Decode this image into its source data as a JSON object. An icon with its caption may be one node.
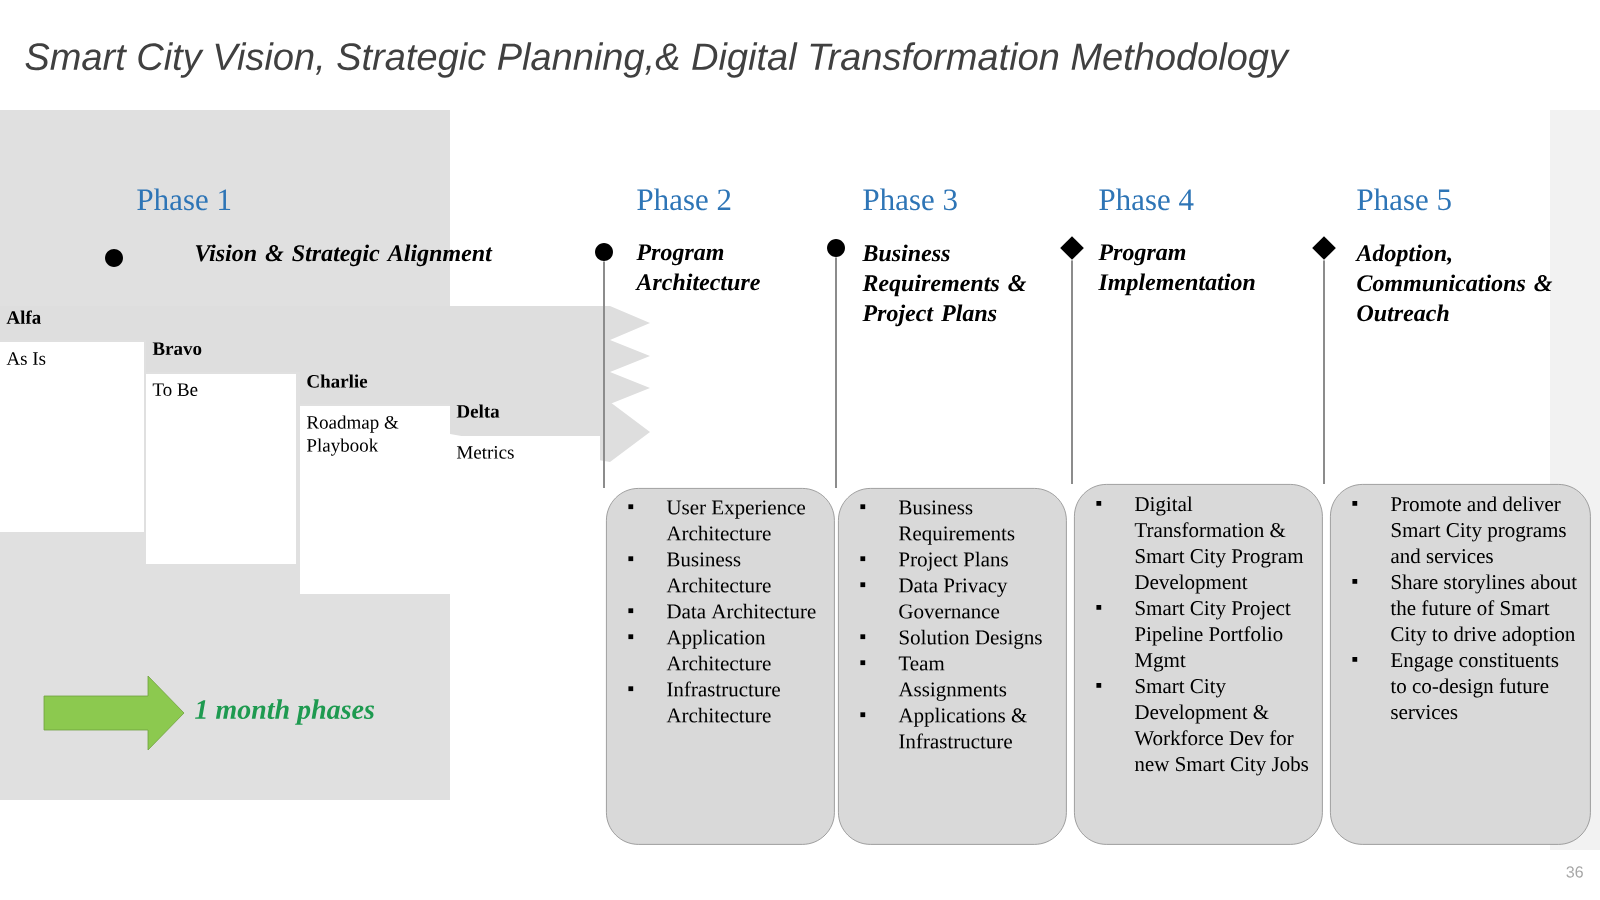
{
  "diagram": {
    "title": "Smart City Vision, Strategic Planning,& Digital Transformation Methodology",
    "nodes": [
      {
        "text": [
          "Phase 1",
          "Vision & Strategic Alignment"
        ]
      },
      {
        "text": [],
        "shape": "circle"
      },
      {
        "text": [
          "Alfa",
          "As Is"
        ]
      },
      {
        "text": [
          "Bravo",
          "To Be"
        ]
      },
      {
        "text": [
          "Charlie",
          "Roadmap & Playbook"
        ]
      },
      {
        "text": [
          "Delta",
          "Metrics"
        ]
      },
      {
        "text": [
          "Phase 2",
          "Program Architecture"
        ]
      },
      {
        "text": [],
        "shape": "circle"
      },
      {
        "text": [
          "Phase 3",
          "Business Requirements & Project Plans"
        ]
      },
      {
        "text": [],
        "shape": "circle"
      },
      {
        "text": [
          "Phase 4",
          "Program Implementation"
        ]
      },
      {
        "text": [],
        "shape": "diamond"
      },
      {
        "text": [
          "Phase 5",
          "Adoption, Communications & Outreach"
        ]
      },
      {
        "text": [],
        "shape": "diamond"
      },
      {
        "text": [
          "User Experience Architecture",
          "Business Architecture",
          "Data Architecture",
          "Application Architecture",
          "Infrastructure Architecture"
        ]
      },
      {
        "text": [
          "Business Requirements",
          "Project Plans",
          "Data Privacy Governance",
          "Solution Designs",
          "Team Assignments",
          "Applications & Infrastructure"
        ]
      },
      {
        "text": [
          "Digital Transformation & Smart City Program Development",
          "Smart City Project Pipeline Portfolio Mgmt",
          "Smart City Development & Workforce Dev for new Smart City Jobs"
        ]
      },
      {
        "text": [
          "Promote and deliver Smart City programs and services",
          "Share storylines about the future of Smart City to drive adoption",
          "Engage constituents to co-design future services"
        ]
      }
    ],
    "edges": [
      {
        "from": 7,
        "to": 14,
        "arrow": "none"
      },
      {
        "from": 9,
        "to": 15,
        "arrow": "none"
      },
      {
        "from": 11,
        "to": 16,
        "arrow": "none"
      },
      {
        "from": 13,
        "to": 17,
        "arrow": "none"
      }
    ],
    "labels": [
      "1 month phases",
      "36"
    ]
  }
}
